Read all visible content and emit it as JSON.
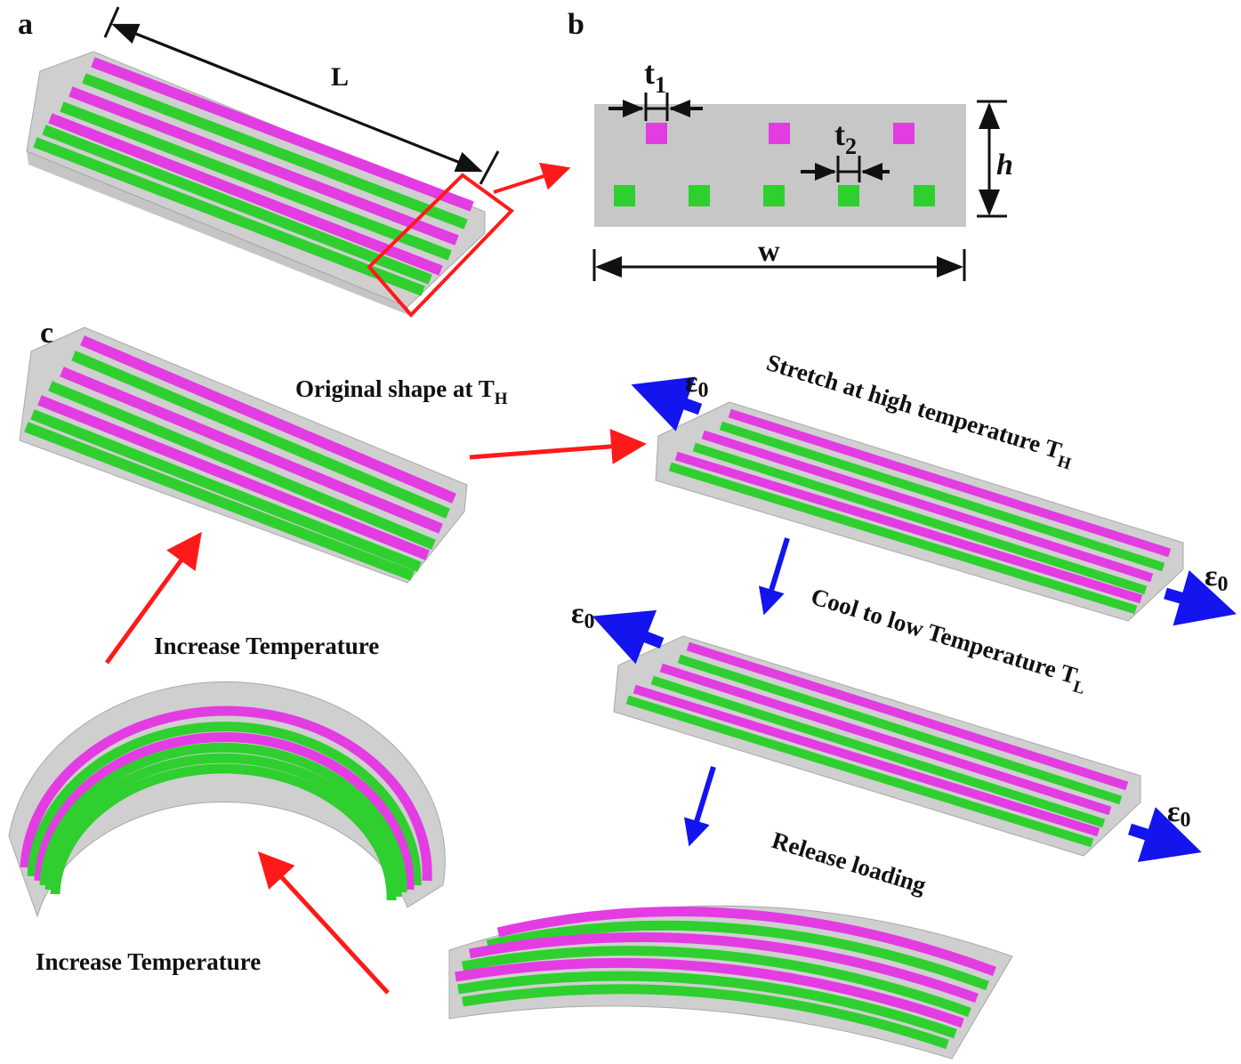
{
  "colors": {
    "magenta_fiber": "#e33ce3",
    "green_fiber": "#2fcf2f",
    "matrix_gray": "#c7c7c7",
    "red_arrow": "#ff1a1a",
    "blue_arrow": "#1414ee",
    "dimension_line": "#111111"
  },
  "panel_a": {
    "label": "a",
    "dim_L": "L"
  },
  "panel_b": {
    "label": "b",
    "t1_base": "t",
    "t1_sub": "1",
    "t2_base": "t",
    "t2_sub": "2",
    "dim_h": "h",
    "dim_w": "w",
    "top_row_squares": 3,
    "bottom_row_squares": 5
  },
  "panel_c": {
    "label": "c",
    "original_text": "Original shape at T",
    "original_sub": "H",
    "stretch_text": "Stretch at high temperature T",
    "stretch_sub": "H",
    "cool_text": "Cool to low Temperature T",
    "cool_sub": "L",
    "release_text": "Release loading",
    "increase_temp_1": "Increase Temperature",
    "increase_temp_2": "Increase Temperature",
    "strain_base": "ε",
    "strain_sub": "0"
  },
  "icons": [
    "red-arrow-icon",
    "blue-arrow-icon",
    "dimension-arrow-icon"
  ]
}
